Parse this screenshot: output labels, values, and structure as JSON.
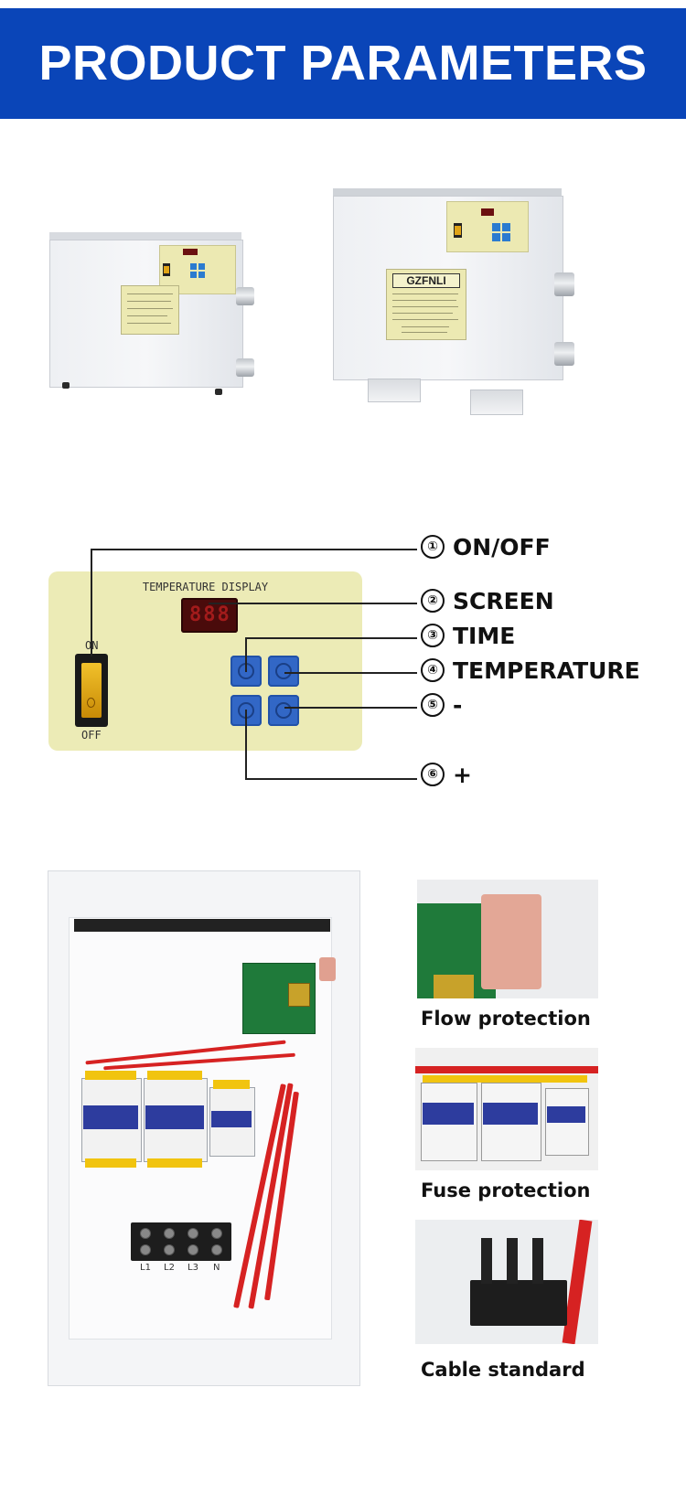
{
  "header": {
    "title": "PRODUCT PARAMETERS"
  },
  "heaters": {
    "large_brand": "GZFNLI"
  },
  "control_panel": {
    "title": "TEMPERATURE DISPLAY",
    "switch_on_label": "ON",
    "switch_off_label": "OFF",
    "display_text": "888"
  },
  "callouts": [
    {
      "number": "①",
      "label": "ON/OFF"
    },
    {
      "number": "②",
      "label": "SCREEN"
    },
    {
      "number": "③",
      "label": "TIME"
    },
    {
      "number": "④",
      "label": "TEMPERATURE"
    },
    {
      "number": "⑤",
      "label": "-"
    },
    {
      "number": "⑥",
      "label": "+"
    }
  ],
  "terminal_labels": [
    "L1",
    "L2",
    "L3",
    "N"
  ],
  "features": [
    {
      "caption": "Flow protection"
    },
    {
      "caption": "Fuse protection"
    },
    {
      "caption": "Cable standard"
    }
  ],
  "colors": {
    "banner": "#0a45b8",
    "panel": "#ecebb6",
    "button": "#3267c6",
    "display": "#a21b1b"
  }
}
